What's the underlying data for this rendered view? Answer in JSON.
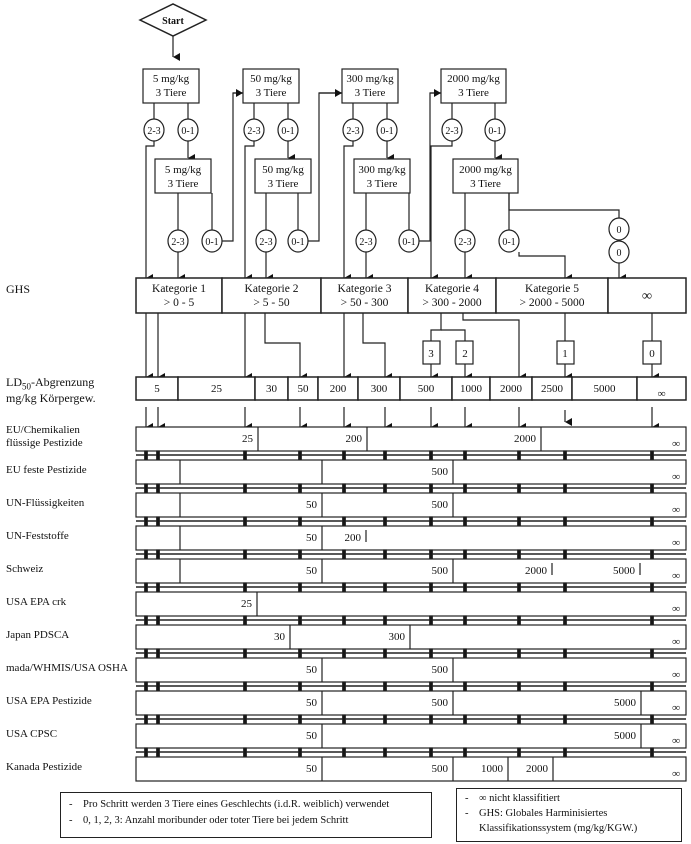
{
  "start": {
    "label": "Start"
  },
  "dose_steps": [
    {
      "top": {
        "dose": "5 mg/kg",
        "animals": "3 Tiere"
      },
      "bottom": {
        "dose": "5 mg/kg",
        "animals": "3 Tiere"
      }
    },
    {
      "top": {
        "dose": "50 mg/kg",
        "animals": "3 Tiere"
      },
      "bottom": {
        "dose": "50 mg/kg",
        "animals": "3 Tiere"
      }
    },
    {
      "top": {
        "dose": "300 mg/kg",
        "animals": "3 Tiere"
      },
      "bottom": {
        "dose": "300 mg/kg",
        "animals": "3 Tiere"
      }
    },
    {
      "top": {
        "dose": "2000 mg/kg",
        "animals": "3 Tiere"
      },
      "bottom": {
        "dose": "2000 mg/kg",
        "animals": "3 Tiere"
      }
    }
  ],
  "outcomes": {
    "high": "2-3",
    "low": "0-1",
    "zero": "0"
  },
  "ghs": {
    "label": "GHS",
    "categories": [
      {
        "name": "Kategorie 1",
        "range": "> 0 - 5"
      },
      {
        "name": "Kategorie 2",
        "range": "> 5 - 50"
      },
      {
        "name": "Kategorie 3",
        "range": "> 50 - 300"
      },
      {
        "name": "Kategorie 4",
        "range": "> 300 - 2000"
      },
      {
        "name": "Kategorie 5",
        "range": "> 2000 - 5000"
      },
      {
        "name": "",
        "range": "∞"
      }
    ],
    "mortality_boxes": [
      "3",
      "2",
      "1",
      "0"
    ]
  },
  "ld50": {
    "label_line1": "LD",
    "label_sub": "50",
    "label_line1_rest": "-Abgrenzung",
    "label_line2": "mg/kg Körpergew.",
    "cells": [
      "5",
      "25",
      "30",
      "50",
      "200",
      "300",
      "500",
      "1000",
      "2000",
      "2500",
      "5000",
      "∞"
    ]
  },
  "regulations": [
    {
      "label": [
        "EU/Chemikalien",
        "flüssige Pestizide"
      ],
      "values": [
        "25",
        "200",
        "2000",
        "∞"
      ]
    },
    {
      "label": [
        "EU feste Pestizide"
      ],
      "values": [
        "500",
        "∞"
      ]
    },
    {
      "label": [
        "UN-Flüssigkeiten"
      ],
      "values": [
        "50",
        "500",
        "∞"
      ]
    },
    {
      "label": [
        "UN-Feststoffe"
      ],
      "values": [
        "50",
        "200",
        "∞"
      ]
    },
    {
      "label": [
        "Schweiz"
      ],
      "values": [
        "50",
        "500",
        "2000",
        "5000",
        "∞"
      ]
    },
    {
      "label": [
        "USA EPA crk"
      ],
      "values": [
        "25",
        "∞"
      ]
    },
    {
      "label": [
        "Japan PDSCA"
      ],
      "values": [
        "30",
        "300",
        "∞"
      ]
    },
    {
      "label": [
        "mada/WHMIS/USA OSHA"
      ],
      "values": [
        "50",
        "500",
        "∞"
      ]
    },
    {
      "label": [
        "USA EPA Pestizide"
      ],
      "values": [
        "50",
        "500",
        "5000",
        "∞"
      ]
    },
    {
      "label": [
        "USA CPSC"
      ],
      "values": [
        "50",
        "5000",
        "∞"
      ]
    },
    {
      "label": [
        "Kanada Pestizide"
      ],
      "values": [
        "50",
        "500",
        "1000",
        "2000",
        "∞"
      ]
    }
  ],
  "notes_left": [
    {
      "bullet": "-",
      "text": "Pro Schritt werden 3 Tiere eines Geschlechts (i.d.R. weiblich) verwendet"
    },
    {
      "bullet": "-",
      "text": "0, 1, 2, 3: Anzahl moribunder oder toter Tiere bei jedem Schritt"
    }
  ],
  "notes_right": [
    {
      "bullet": "-",
      "text": "∞ nicht klassifitiert"
    },
    {
      "bullet": "-",
      "text": "GHS: Globales Harminisiertes"
    },
    {
      "bullet": "",
      "text": "Klassifikationssystem (mg/kg/KGW.)"
    }
  ]
}
